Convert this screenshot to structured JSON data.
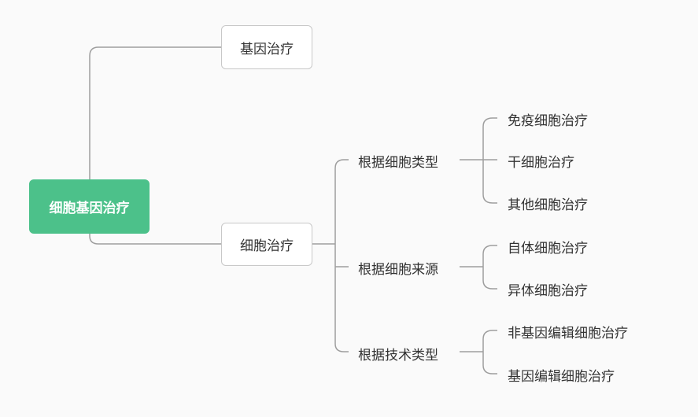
{
  "mindmap": {
    "root": "细胞基因治疗",
    "gene_therapy": "基因治疗",
    "cell_therapy": "细胞治疗",
    "by_cell_type": {
      "label": "根据细胞类型",
      "children": [
        "免疫细胞治疗",
        "干细胞治疗",
        "其他细胞治疗"
      ]
    },
    "by_cell_source": {
      "label": "根据细胞来源",
      "children": [
        "自体细胞治疗",
        "异体细胞治疗"
      ]
    },
    "by_technology": {
      "label": "根据技术类型",
      "children": [
        "非基因编辑细胞治疗",
        "基因编辑细胞治疗"
      ]
    }
  },
  "colors": {
    "root_fill": "#4cc18a",
    "root_text": "#ffffff",
    "line": "#9e9e9e",
    "text": "#333333",
    "box_border": "#c8c8c8",
    "background": "#fafafa"
  }
}
